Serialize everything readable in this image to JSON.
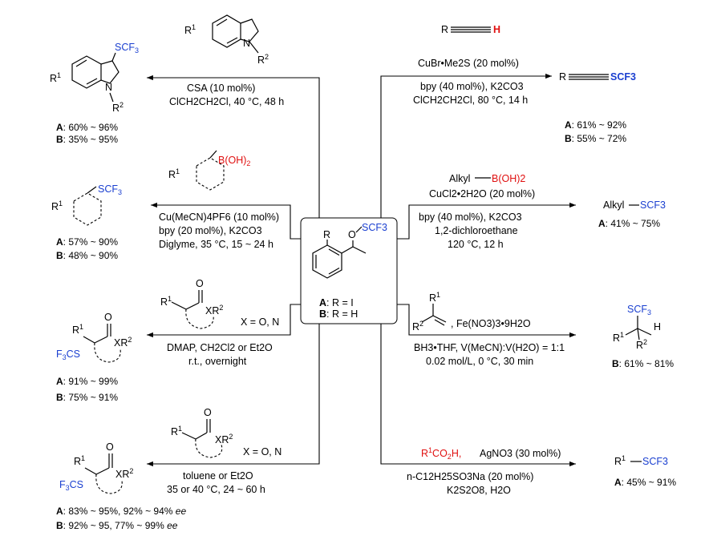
{
  "center": {
    "r_label": "R",
    "reagent": "SCF3",
    "legend_a_label": "A",
    "legend_a_text": ": R = I",
    "legend_b_label": "B",
    "legend_b_text": ": R = H"
  },
  "reactions": {
    "indole": {
      "conditions_1": "CSA (10 mol%)",
      "conditions_2": "ClCH2CH2Cl, 40 °C, 48 h",
      "yield_a": "60% ~ 96%",
      "yield_b": "35% ~ 95%"
    },
    "boronic_aryl": {
      "conditions_1": "Cu(MeCN)4PF6 (10 mol%)",
      "conditions_2": "bpy (20 mol%), K2CO3",
      "conditions_3": "Diglyme, 35 °C, 15 ~ 24 h",
      "yield_a": "57% ~ 90%",
      "yield_b": "48% ~ 90%"
    },
    "carbonyl_1": {
      "x_equals": "X = O, N",
      "conditions_1": "DMAP, CH2Cl2 or Et2O",
      "conditions_2": "r.t., overnight",
      "yield_a": "91% ~ 99%",
      "yield_b": "75% ~ 91%"
    },
    "carbonyl_2": {
      "x_equals": "X = O, N",
      "conditions_1": "toluene or Et2O",
      "conditions_2": "35 or 40 °C, 24 ~ 60 h",
      "yield_a": "83% ~ 95%, 92% ~ 94%",
      "yield_b": "92% ~ 95, 77% ~ 99%",
      "ee": "ee"
    },
    "alkyne": {
      "substrate_r": "R",
      "substrate_h": "H",
      "conditions_1": "CuBr•Me2S (20 mol%)",
      "conditions_2": "bpy (40 mol%), K2CO3",
      "conditions_3": "ClCH2CH2Cl, 80 °C, 14 h",
      "product_r": "R",
      "product_scf3": "SCF3",
      "yield_a": "61% ~ 92%",
      "yield_b": "55% ~ 72%"
    },
    "alkyl_boronic": {
      "alkyl": "Alkyl",
      "boronic": "B(OH)2",
      "conditions_1": "CuCl2•2H2O (20 mol%)",
      "conditions_2": "bpy (40 mol%), K2CO3",
      "conditions_3": "1,2-dichloroethane",
      "conditions_4": "120 °C, 12 h",
      "product_alkyl": "Alkyl",
      "product_scf3": "SCF3",
      "yield_a": "41% ~ 75%"
    },
    "alkene": {
      "reagent": ", Fe(NO3)3•9H2O",
      "conditions_1": "BH3•THF, V(MeCN):V(H2O) = 1:1",
      "conditions_2": "0.02 mol/L, 0 °C, 30 min",
      "yield_b": "61% ~ 81%"
    },
    "acid": {
      "acid": "R1CO2H,",
      "silver": "AgNO3 (30 mol%)",
      "conditions_1": "n-C12H25SO3Na (20 mol%)",
      "conditions_2": "K2S2O8, H2O",
      "product_r": "R1",
      "product_scf3": "SCF3",
      "yield_a": "45% ~ 91%"
    }
  },
  "colors": {
    "scf3": "#1a3fd0",
    "highlight_red": "#e01010"
  }
}
